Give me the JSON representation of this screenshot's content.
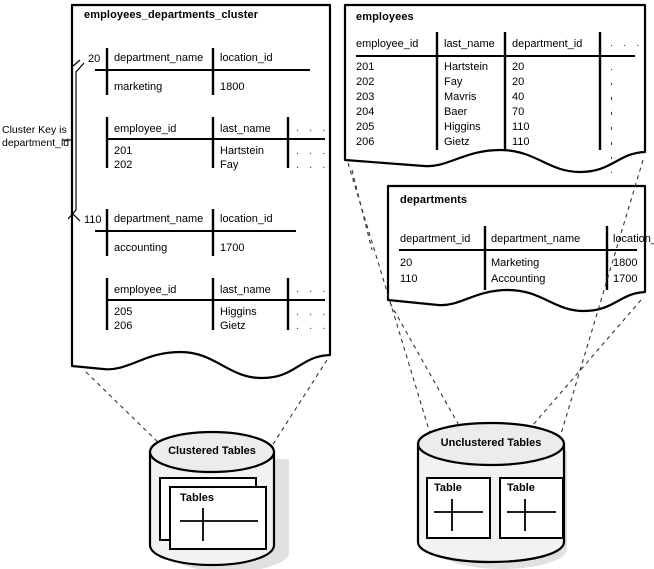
{
  "diagram": {
    "annotation": "Cluster Key is\ndepartment_id",
    "annotation_line1": "Cluster Key is",
    "annotation_line2": "department_id",
    "ellipsis": ". . ."
  },
  "cluster_box": {
    "title": "employees_departments_cluster",
    "groups": [
      {
        "key": "20",
        "dept_table": {
          "headers": [
            "department_name",
            "location_id"
          ],
          "rows": [
            [
              "marketing",
              "1800"
            ]
          ]
        },
        "emp_table": {
          "headers": [
            "employee_id",
            "last_name",
            ". . ."
          ],
          "rows": [
            [
              "201",
              "Hartstein",
              ". . ."
            ],
            [
              "202",
              "Fay",
              ". . ."
            ]
          ]
        }
      },
      {
        "key": "110",
        "dept_table": {
          "headers": [
            "department_name",
            "location_id"
          ],
          "rows": [
            [
              "accounting",
              "1700"
            ]
          ]
        },
        "emp_table": {
          "headers": [
            "employee_id",
            "last_name",
            ". . ."
          ],
          "rows": [
            [
              "205",
              "Higgins",
              ". . ."
            ],
            [
              "206",
              "Gietz",
              ". . ."
            ]
          ]
        }
      }
    ]
  },
  "employees_box": {
    "title": "employees",
    "headers": [
      "employee_id",
      "last_name",
      "department_id",
      ". . ."
    ],
    "rows": [
      [
        "201",
        "Hartstein",
        "20",
        ". . ."
      ],
      [
        "202",
        "Fay",
        "20",
        ". . ."
      ],
      [
        "203",
        "Mavris",
        "40",
        ". . ."
      ],
      [
        "204",
        "Baer",
        "70",
        ". . ."
      ],
      [
        "205",
        "Higgins",
        "110",
        ". . ."
      ],
      [
        "206",
        "Gietz",
        "110",
        ". . ."
      ]
    ]
  },
  "departments_box": {
    "title": "departments",
    "headers": [
      "department_id",
      "department_name",
      "location_id"
    ],
    "rows": [
      [
        "20",
        "Marketing",
        "1800"
      ],
      [
        "110",
        "Accounting",
        "1700"
      ]
    ]
  },
  "clustered_cylinder": {
    "label": "Clustered Tables",
    "cards": [
      {
        "label": ""
      },
      {
        "label": "Tables"
      }
    ]
  },
  "unclustered_cylinder": {
    "label": "Unclustered Tables",
    "cards": [
      {
        "label": "Table"
      },
      {
        "label": "Table"
      }
    ]
  },
  "colors": {
    "stroke": "#000000",
    "cylinder_top": "#ececec",
    "cylinder_body": "#f2f2f2",
    "card_fill": "#ffffff",
    "shadow": "#c9c9c9"
  }
}
